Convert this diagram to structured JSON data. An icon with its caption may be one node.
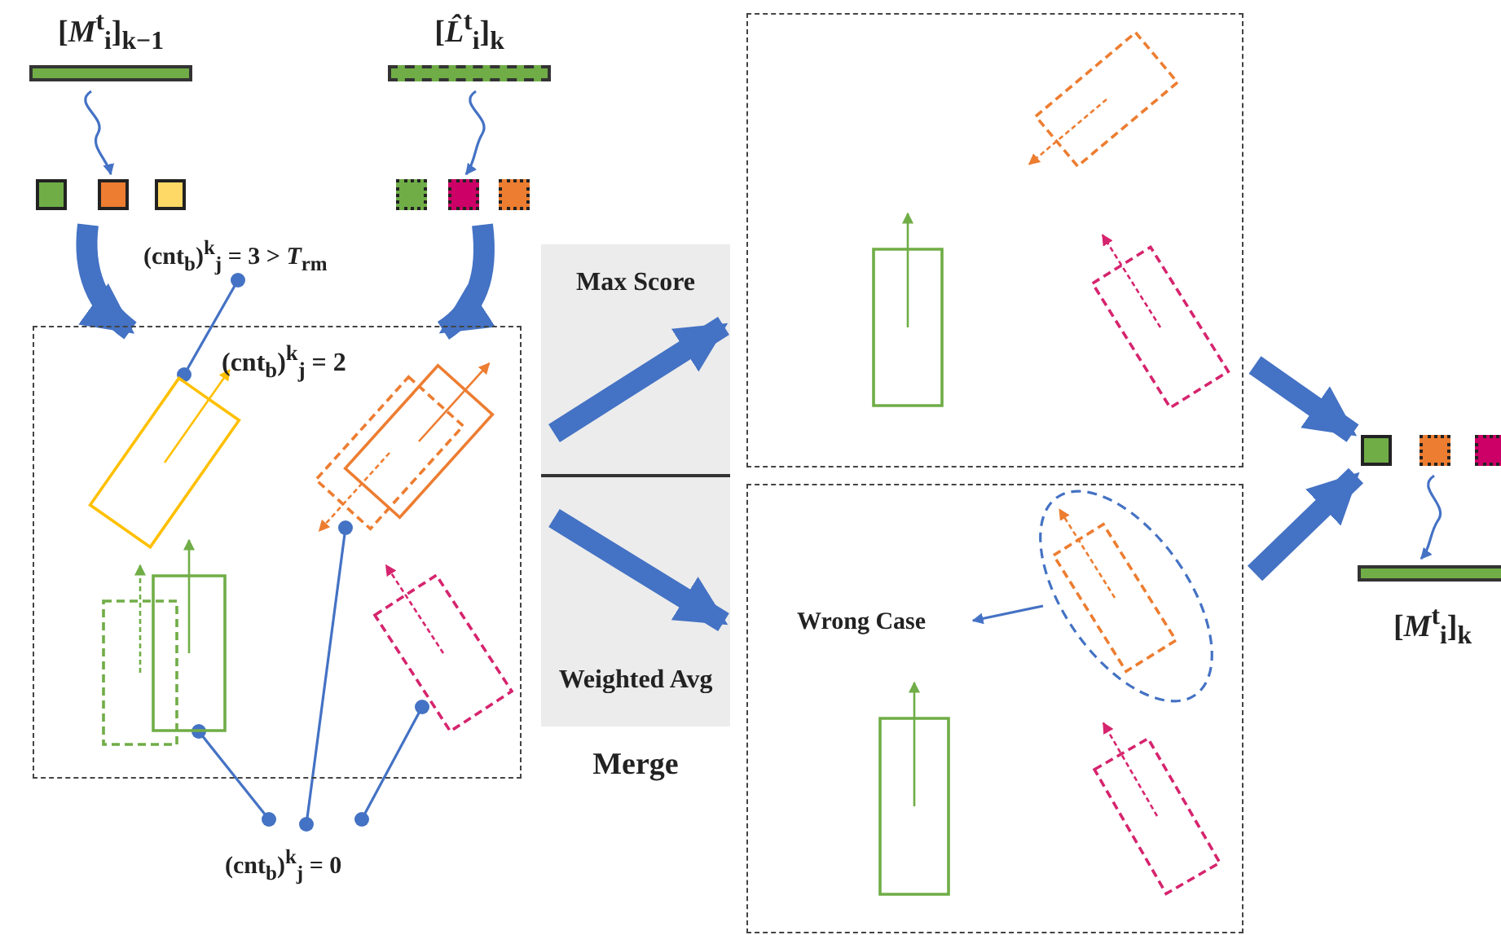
{
  "diagram": {
    "nodes": [
      {
        "text": [
          "[*M*$^{t}$$_{i}$]$_{k−1}$"
        ]
      },
      {
        "text": [
          "[*L̂*$^{t}$$_{i}$]$_{k}$"
        ]
      },
      {
        "text": [],
        "shape": "box"
      },
      {
        "text": [],
        "shape": "box"
      },
      {
        "text": [],
        "shape": "box"
      },
      {
        "text": [],
        "shape": "box"
      },
      {
        "text": [],
        "shape": "box"
      },
      {
        "text": [],
        "shape": "box"
      },
      {
        "text": [
          "(cnt$_{b}$)$^{k}$$_{j}$ = 3 > *T*$_{rm}$"
        ]
      },
      {
        "text": [
          "(cnt$_{b}$)$^{k}$$_{j}$ = 2"
        ]
      },
      {
        "text": [],
        "shape": "box",
        "in": 9
      },
      {
        "text": [],
        "shape": "box",
        "in": 9
      },
      {
        "text": [],
        "shape": "box",
        "in": 9
      },
      {
        "text": [],
        "shape": "box",
        "in": 9
      },
      {
        "text": [],
        "shape": "box",
        "in": 9
      },
      {
        "text": [],
        "shape": "box",
        "in": 9
      },
      {
        "text": [
          "(cnt$_{b}$)$^{k}$$_{j}$ = 0"
        ]
      },
      {
        "text": [
          "Max Score",
          "Weighted Avg"
        ],
        "beside": [
          "Merge"
        ]
      },
      {
        "text": [],
        "shape": "box"
      },
      {
        "text": [],
        "shape": "box",
        "in": 18
      },
      {
        "text": [],
        "shape": "box",
        "in": 18
      },
      {
        "text": [],
        "shape": "box",
        "in": 18
      },
      {
        "text": [],
        "shape": "box"
      },
      {
        "text": [
          "Wrong Case"
        ],
        "in": 22
      },
      {
        "text": [],
        "shape": "ellipse",
        "in": 22
      },
      {
        "text": [],
        "shape": "box",
        "in": 24
      },
      {
        "text": [],
        "shape": "box",
        "in": 22
      },
      {
        "text": [],
        "shape": "box",
        "in": 22
      },
      {
        "text": [],
        "shape": "box"
      },
      {
        "text": [],
        "shape": "box"
      },
      {
        "text": [],
        "shape": "box"
      },
      {
        "text": [
          "[*M*$^{t}$$_{i}$]$_{k}$"
        ]
      }
    ],
    "edges": [
      {
        "from": 0,
        "to": 3,
        "arrow": "to"
      },
      {
        "from": 1,
        "to": 6,
        "arrow": "to"
      },
      {
        "from": 3,
        "to": 9,
        "arrow": "to",
        "style": "thick"
      },
      {
        "from": 6,
        "to": 9,
        "arrow": "to",
        "style": "thick"
      },
      {
        "from": 8,
        "to": 10,
        "arrow": "other"
      },
      {
        "from": 16,
        "to": 14,
        "arrow": "other"
      },
      {
        "from": 16,
        "to": 11,
        "arrow": "other"
      },
      {
        "from": 16,
        "to": 15,
        "arrow": "other"
      },
      {
        "from": 17,
        "to": 18,
        "arrow": "to",
        "style": "thick"
      },
      {
        "from": 17,
        "to": 22,
        "arrow": "to",
        "style": "thick"
      },
      {
        "from": 24,
        "to": 23,
        "arrow": "to"
      },
      {
        "from": 18,
        "to": 28,
        "arrow": "to",
        "style": "thick"
      },
      {
        "from": 22,
        "to": 28,
        "arrow": "to",
        "style": "thick"
      },
      {
        "from": 29,
        "to": 31,
        "arrow": "to"
      }
    ]
  }
}
